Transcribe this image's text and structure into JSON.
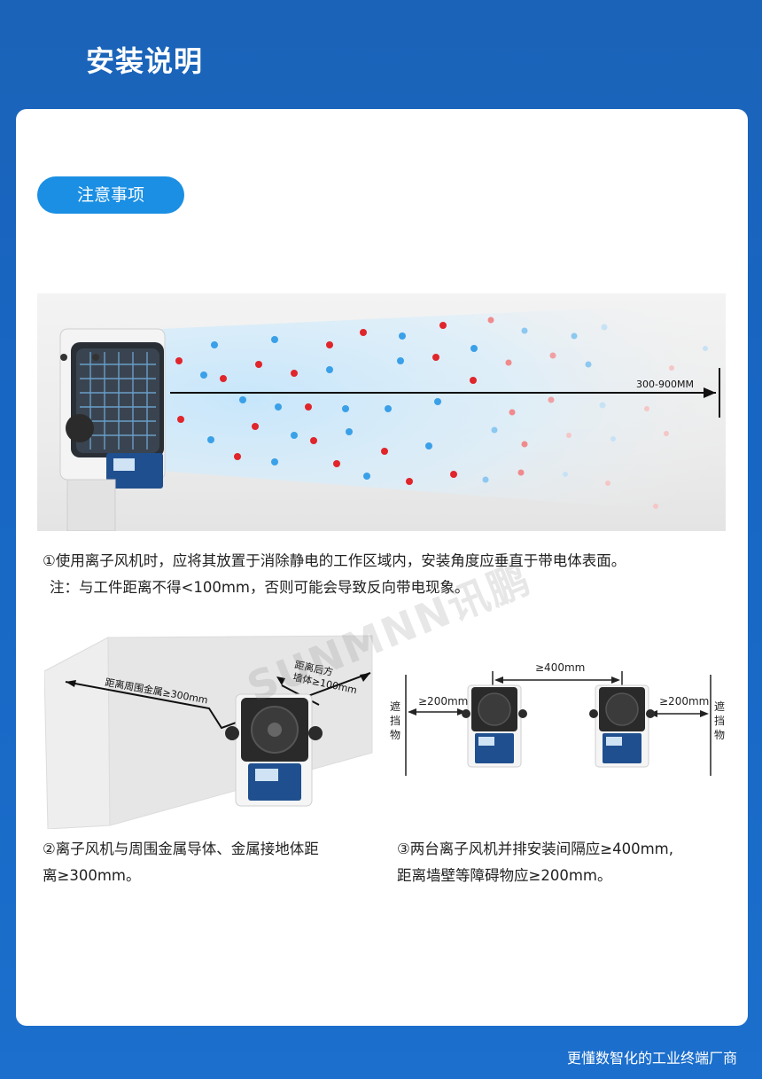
{
  "header": {
    "title": "安装说明"
  },
  "section": {
    "pill_label": "注意事项"
  },
  "hero": {
    "distance_label": "300-900MM"
  },
  "note1": {
    "line1": "①使用离子风机时，应将其放置于消除静电的工作区域内，安装角度应垂直于带电体表面。",
    "line2": "注：与工件距离不得<100mm，否则可能会导致反向带电现象。"
  },
  "diagram_left": {
    "wall_label": "距离周围金属≥300mm",
    "back_label_1": "距离后方",
    "back_label_2": "墙体≥100mm"
  },
  "diagram_right": {
    "gap_label": "≥400mm",
    "left_label": "≥200mm",
    "right_label": "≥200mm",
    "obstacle_left": [
      "遮",
      "挡",
      "物"
    ],
    "obstacle_right": [
      "遮",
      "挡",
      "物"
    ]
  },
  "caption2": {
    "line1": "②离子风机与周围金属导体、金属接地体距",
    "line2": "离≥300mm。"
  },
  "caption3": {
    "line1": "③两台离子风机并排安装间隔应≥400mm,",
    "line2": "距离墙壁等障碍物应≥200mm。"
  },
  "watermark": "SUNMNN讯鹏",
  "footer": {
    "slogan": "更懂数智化的工业终端厂商"
  },
  "colors": {
    "brand_blue": "#1766c4",
    "pill_blue": "#1a8fe3",
    "ion_red": "#e0252b",
    "ion_blue": "#3aa0e8"
  }
}
